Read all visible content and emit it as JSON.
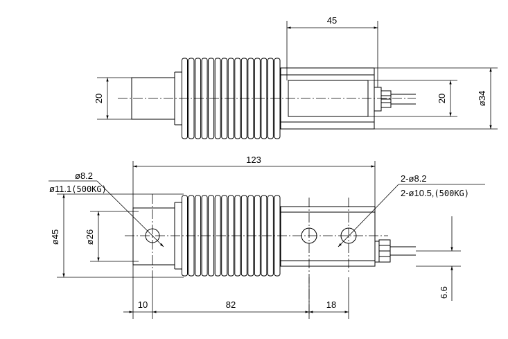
{
  "colors": {
    "line": "#000000",
    "background": "#ffffff"
  },
  "top_view": {
    "dim_45": "45",
    "dim_20_left": "20",
    "dim_20_right": "20",
    "dim_34": "ø34"
  },
  "bottom_view": {
    "dim_123": "123",
    "hole_left_1": "ø8.2",
    "hole_left_2": "ø11.1",
    "hole_left_2_note": "(500KG)",
    "hole_right_1": "2-ø8.2",
    "hole_right_2": "2-ø10.5,",
    "hole_right_2_note": "(500KG)",
    "dim_45": "ø45",
    "dim_26": "ø26",
    "dim_10": "10",
    "dim_82": "82",
    "dim_18": "18",
    "dim_6_6": "6.6"
  }
}
